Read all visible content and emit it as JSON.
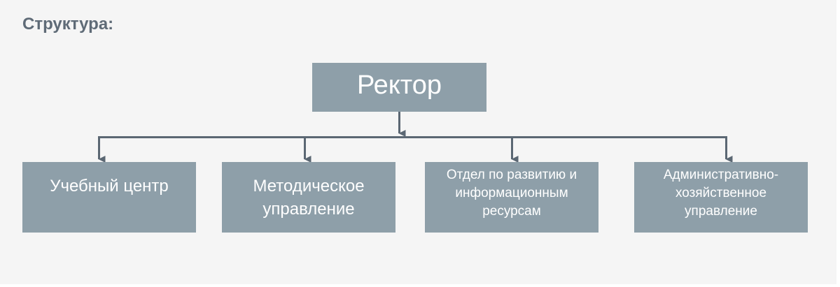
{
  "heading": "Структура:",
  "root": {
    "label": "Ректор"
  },
  "children": [
    {
      "label": "Учебный центр"
    },
    {
      "label": "Методическое управление"
    },
    {
      "label": "Отдел по развитию и информационным ресурсам"
    },
    {
      "label": "Административно-хозяйственное управление"
    }
  ],
  "colors": {
    "background": "#f5f5f5",
    "heading": "#5f6b77",
    "box": "#8e9fa9",
    "box_text": "#ffffff",
    "connector": "#5b6773"
  }
}
